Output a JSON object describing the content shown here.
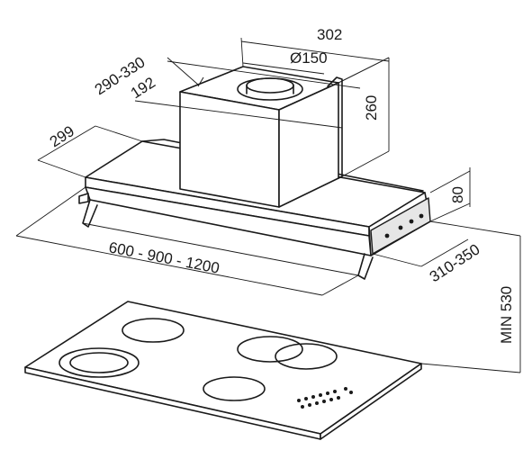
{
  "dimensions": {
    "width_302": "302",
    "duct_diameter": "Ø150",
    "depth_range": "290-330",
    "depth_192": "192",
    "height_260": "260",
    "depth_299": "299",
    "height_80": "80",
    "width_range": "600 - 900 - 1200",
    "depth_310_350": "310-350",
    "min_height": "MIN 530"
  }
}
